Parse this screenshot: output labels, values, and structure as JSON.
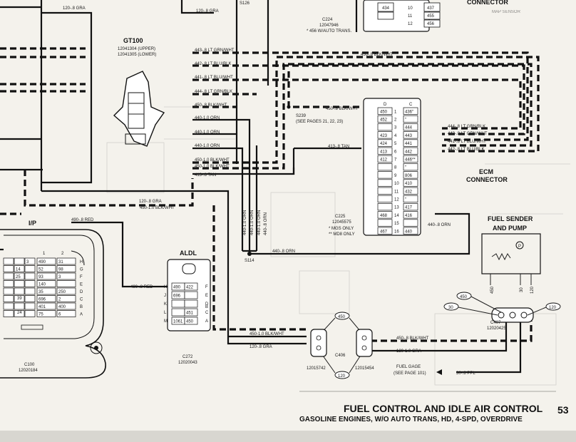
{
  "title": {
    "main": "FUEL CONTROL AND IDLE AIR CONTROL",
    "subtitle": "GASOLINE ENGINES, W/O AUTO TRANS, HD, 4-SPD, OVERDRIVE",
    "page_number": "53"
  },
  "top_labels": {
    "wire_gra_1": "120-.8 GRA",
    "wire_gra_2": "120-.8 GRA",
    "splice_s126": "S126",
    "connector_text": "CONNECTOR",
    "map_sensor": "MAP SENSOR"
  },
  "c224": {
    "name": "C224",
    "part": "12047946",
    "note": "* 456 W/AUTO TRANS.",
    "rows": [
      [
        "10",
        "434",
        "437"
      ],
      [
        "11",
        "",
        "455"
      ],
      [
        "12",
        "",
        "456"
      ]
    ]
  },
  "gt100": {
    "name": "GT100",
    "upper": "12041304 (UPPER)",
    "lower": "12041305 (LOWER)"
  },
  "mid_wires": [
    "443-.8 LT GRN/WHT",
    "442-.8 LT BLU/BLK",
    "441-.8 LT BLU/WHT",
    "444-.8 LT GRN/BLK",
    "450-.8 BLK/WHT",
    "440-1.0 ORN",
    "440-1.0 ORN",
    "440-1.0 ORN",
    "450-1.0 BLK/WHT",
    "450-1.0 BLK/WHT",
    "413-.8 TAN"
  ],
  "right_wires": {
    "blk_wht_top": "450-.8 BLK/WHT",
    "blk_wht_s239": "450-.8 BLK/WHT",
    "tan": "413-.8 TAN",
    "w444": "444-.8 LT GRN/BLK",
    "w443": "443-.8 LT GRN/WHT",
    "w441": "441-.8 LT BLU/WHT",
    "w442": "442-.8 LT BLU/BLK",
    "orn_440": "440-.8 ORN"
  },
  "s239": {
    "name": "S239",
    "note": "(SEE PAGES 21, 22, 23)"
  },
  "ecm": {
    "title": "ECM",
    "subtitle": "CONNECTOR",
    "col_d": "D",
    "col_c": "C",
    "rows": [
      [
        "450",
        "1",
        "436\""
      ],
      [
        "452",
        "2",
        "\""
      ],
      [
        "",
        "3",
        "444"
      ],
      [
        "423",
        "4",
        "443"
      ],
      [
        "424",
        "5",
        "441"
      ],
      [
        "413",
        "6",
        "442"
      ],
      [
        "412",
        "7",
        "446**"
      ],
      [
        "",
        "8",
        "\""
      ],
      [
        "",
        "9",
        "806"
      ],
      [
        "",
        "10",
        "410"
      ],
      [
        "",
        "11",
        "432"
      ],
      [
        "",
        "12",
        "\""
      ],
      [
        "",
        "13",
        "417"
      ],
      [
        "468",
        "14",
        "416"
      ],
      [
        "",
        "15",
        ""
      ],
      [
        "467",
        "16",
        "440"
      ]
    ]
  },
  "c225": {
    "name": "C225",
    "part": "12045575",
    "note1": "* MGS ONLY",
    "note2": "** MD8 ONLY"
  },
  "fuel_sender": {
    "title": "FUEL SENDER",
    "subtitle": "AND PUMP",
    "wires": [
      "450",
      "30",
      "120"
    ]
  },
  "c407": {
    "name": "C407",
    "part": "12020425",
    "pins": [
      "450",
      "30",
      "120"
    ]
  },
  "ip": {
    "name": "I/P",
    "wire_red_top": "490-.8 RED",
    "wire_red_aldl": "490-.8 RED",
    "wire_gra": "120-.8 GRA",
    "wire_blk": "450-1.0 BLK/WHT",
    "c100_name": "C100",
    "c100_part": "12020184",
    "grid": [
      [
        "",
        "",
        "3",
        "490",
        "31",
        "H"
      ],
      [
        "",
        "14",
        "",
        "52",
        "98",
        "G"
      ],
      [
        "",
        "25",
        "",
        "93",
        "3",
        "F"
      ],
      [
        "",
        "",
        "",
        "140",
        "",
        "E"
      ],
      [
        "",
        "",
        "",
        "35",
        "250",
        "D"
      ],
      [
        "",
        "",
        "",
        "696",
        "2",
        "C"
      ],
      [
        "",
        "",
        "",
        "401",
        "400",
        "B"
      ],
      [
        "",
        "",
        "",
        "75",
        "6",
        "A"
      ]
    ],
    "col_nums": [
      "1",
      "2"
    ],
    "left_nums": [
      "39",
      "24"
    ]
  },
  "aldl": {
    "name": "ALDL",
    "rows": [
      [
        "H",
        "490",
        "422",
        "F"
      ],
      [
        "J",
        "696",
        "",
        "E"
      ],
      [
        "K",
        "",
        "",
        "D"
      ],
      [
        "L",
        "",
        "451",
        "C"
      ],
      [
        "M",
        "1061",
        "450",
        "A"
      ]
    ],
    "letter_b": "B",
    "c272_name": "C272",
    "c272_part": "12020043"
  },
  "s114": "S114",
  "vertical_wires": [
    "440-1.0 ORN",
    "440-1.0 ORN",
    "440-1.0 ORN",
    "440-.8 ORN"
  ],
  "orn_s114": "440-.8 ORN",
  "c406": {
    "name": "C406",
    "left_part": "12015742",
    "right_part": "12015454",
    "top": "450",
    "bottom": "120"
  },
  "bottom_wires": {
    "blk_left": "450-1.0 BLK/WHT",
    "gra_left": "120-.8 GRA",
    "blk_right": "450-.8 BLK/WHT",
    "gra_right": "120-1.0 GRA"
  },
  "fuel_gage": {
    "label": "FUEL GAGE",
    "note": "(SEE PAGE 101)",
    "wire": "30-.8 PPL"
  },
  "colors": {
    "paper": "#f4f2ec",
    "ink": "#111111"
  }
}
